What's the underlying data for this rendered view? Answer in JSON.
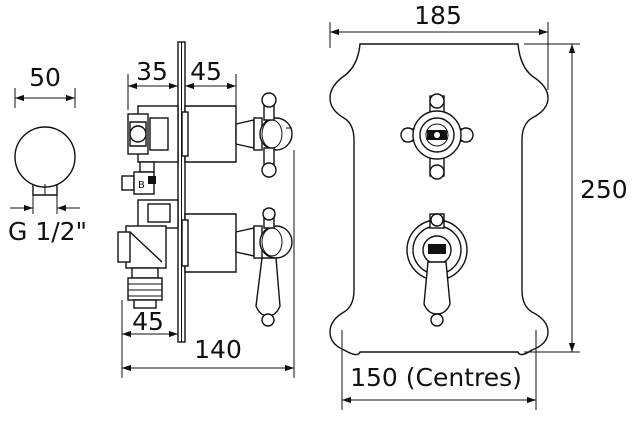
{
  "dimensions": {
    "outlet_diameter": "50",
    "outlet_thread": "G 1/2\"",
    "side_depth_top_left": "35",
    "side_depth_top_right": "45",
    "side_depth_bottom": "45",
    "side_total_projection": "140",
    "plate_width": "185",
    "plate_height": "250",
    "handle_centres": "150 (Centres)"
  },
  "colors": {
    "line": "#111111",
    "background": "#ffffff"
  }
}
